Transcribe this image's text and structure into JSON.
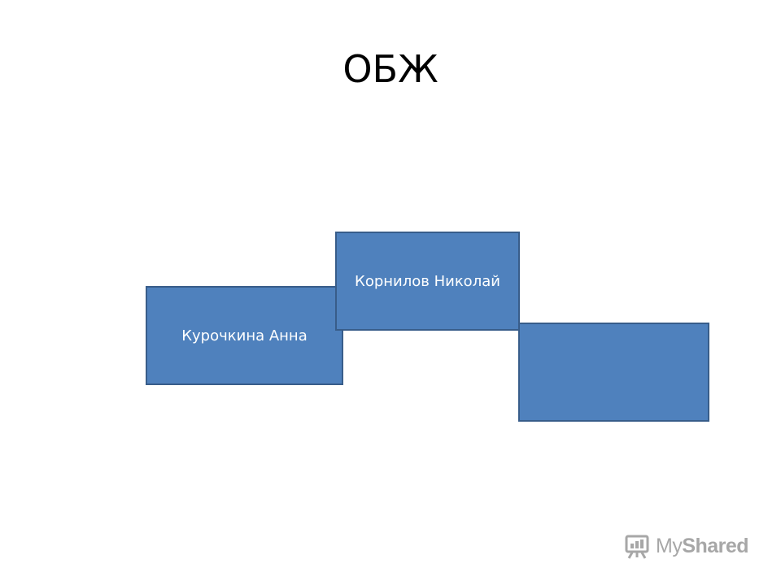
{
  "slide": {
    "title": "ОБЖ"
  },
  "diagram": {
    "boxes": [
      {
        "label": "Курочкина Анна"
      },
      {
        "label": "Корнилов Николай"
      },
      {
        "label": ""
      }
    ],
    "box_fill": "#4f81bd",
    "box_border": "#385d8a"
  },
  "watermark": {
    "prefix": "My",
    "brand": "Shared",
    "icon": "presentation-board-icon",
    "color": "#8a8a8a"
  }
}
